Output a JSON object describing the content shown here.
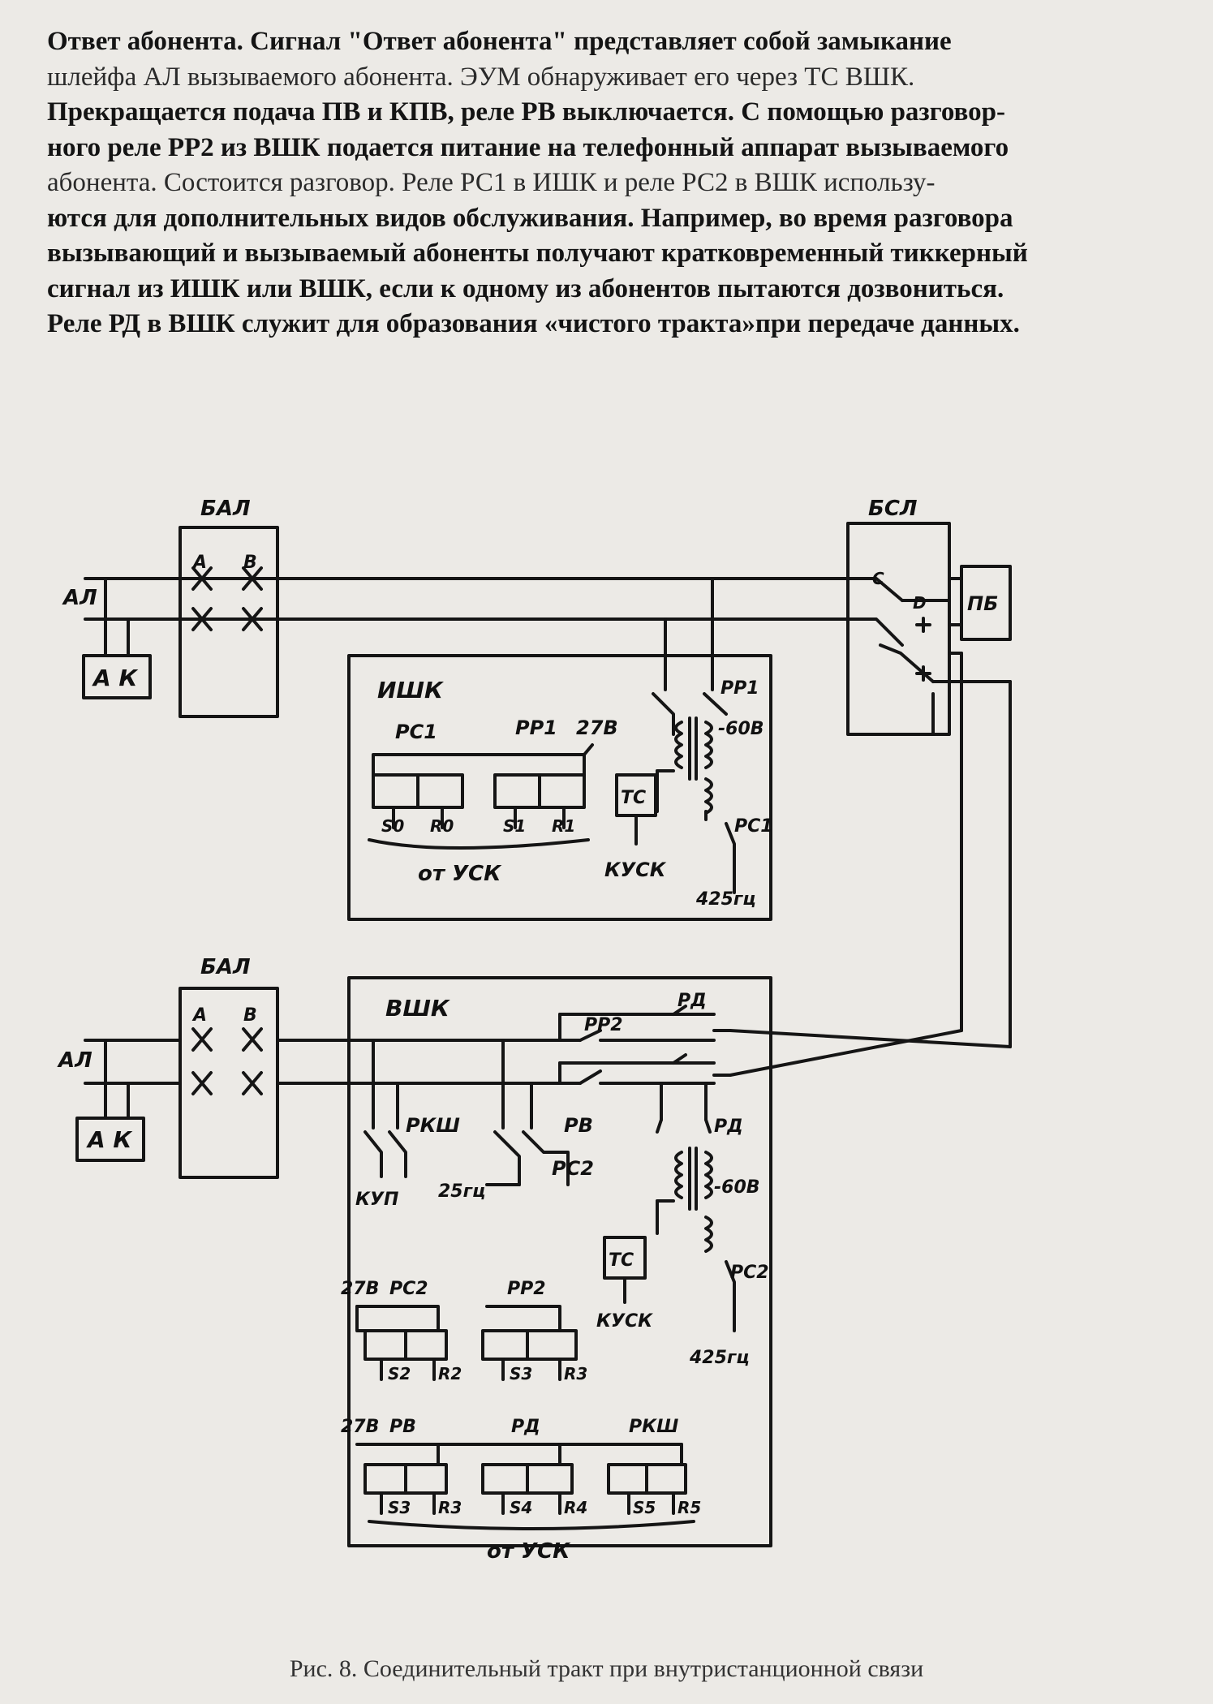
{
  "text": {
    "lines": [
      "Ответ абонента. Сигнал \"Ответ абонента\" представляет собой замыкание",
      "шлейфа АЛ  вызываемого абонента. ЭУМ обнаруживает его через ТС ВШК.",
      "Прекращается подача ПВ и КПВ, реле РВ выключается. С помощью разговор-",
      "ного реле РР2 из ВШК подается питание на телефонный аппарат вызываемого",
      "абонента. Состоится разговор. Реле РС1 в ИШК и  реле РС2 в ВШК использу-",
      "ются для дополнительных видов обслуживания. Например, во время разговора",
      "вызывающий и вызываемый абоненты получают кратковременный тиккерный",
      "сигнал из ИШК или ВШК, если к одному из абонентов пытаются дозвониться.",
      "Реле РД в ВШК служит для образования «чистого тракта»при передаче данных."
    ]
  },
  "diagram": {
    "bal_top": "БАЛ",
    "bal_bottom": "БАЛ",
    "al_top": "АЛ",
    "al_bottom": "АЛ",
    "ak_top": "А К",
    "ak_bottom": "А К",
    "contact_a": "A",
    "contact_b": "B",
    "bsl": "БСЛ",
    "contact_c": "C",
    "contact_d": "D",
    "pb": "ПБ",
    "ishk": "ИШК",
    "ishk_rc1": "РС1",
    "ishk_rr1": "РР1",
    "ishk_27v": "27В",
    "ishk_s0": "S0",
    "ishk_r0": "R0",
    "ishk_s1": "S1",
    "ishk_r1": "R1",
    "ishk_ts": "ТС",
    "ishk_ot_usk": "от УСК",
    "ishk_kusk": "КУСК",
    "ishk_rr1_contact": "РР1",
    "ishk_minus60": "-60В",
    "ishk_rc1_contact": "РС1",
    "ishk_425": "425гц",
    "vshk": "ВШК",
    "vshk_rd": "РД",
    "vshk_rr2": "РР2",
    "vshk_rksh": "РКШ",
    "vshk_rv": "РВ",
    "vshk_rc2": "РС2",
    "vshk_kup": "КУП",
    "vshk_25": "25гц",
    "vshk_rd2": "РД",
    "vshk_minus60": "-60В",
    "vshk_ts": "ТС",
    "vshk_kusk": "КУСК",
    "vshk_rc2b": "РС2",
    "vshk_425": "425гц",
    "row1_27v": "27В",
    "row1_rc2": "РС2",
    "row1_rr2": "РР2",
    "row1_s2": "S2",
    "row1_r2": "R2",
    "row1_s3": "S3",
    "row1_r3": "R3",
    "row2_27v": "27В",
    "row2_rv": "РВ",
    "row2_rd": "РД",
    "row2_rksh": "РКШ",
    "row2_s3": "S3",
    "row2_r3": "R3",
    "row2_s4": "S4",
    "row2_r4": "R4",
    "row2_s5": "S5",
    "row2_r5": "R5",
    "vshk_ot_usk": "от УСК"
  },
  "caption": "Рис. 8. Соединительный тракт при внутристанционной связи"
}
